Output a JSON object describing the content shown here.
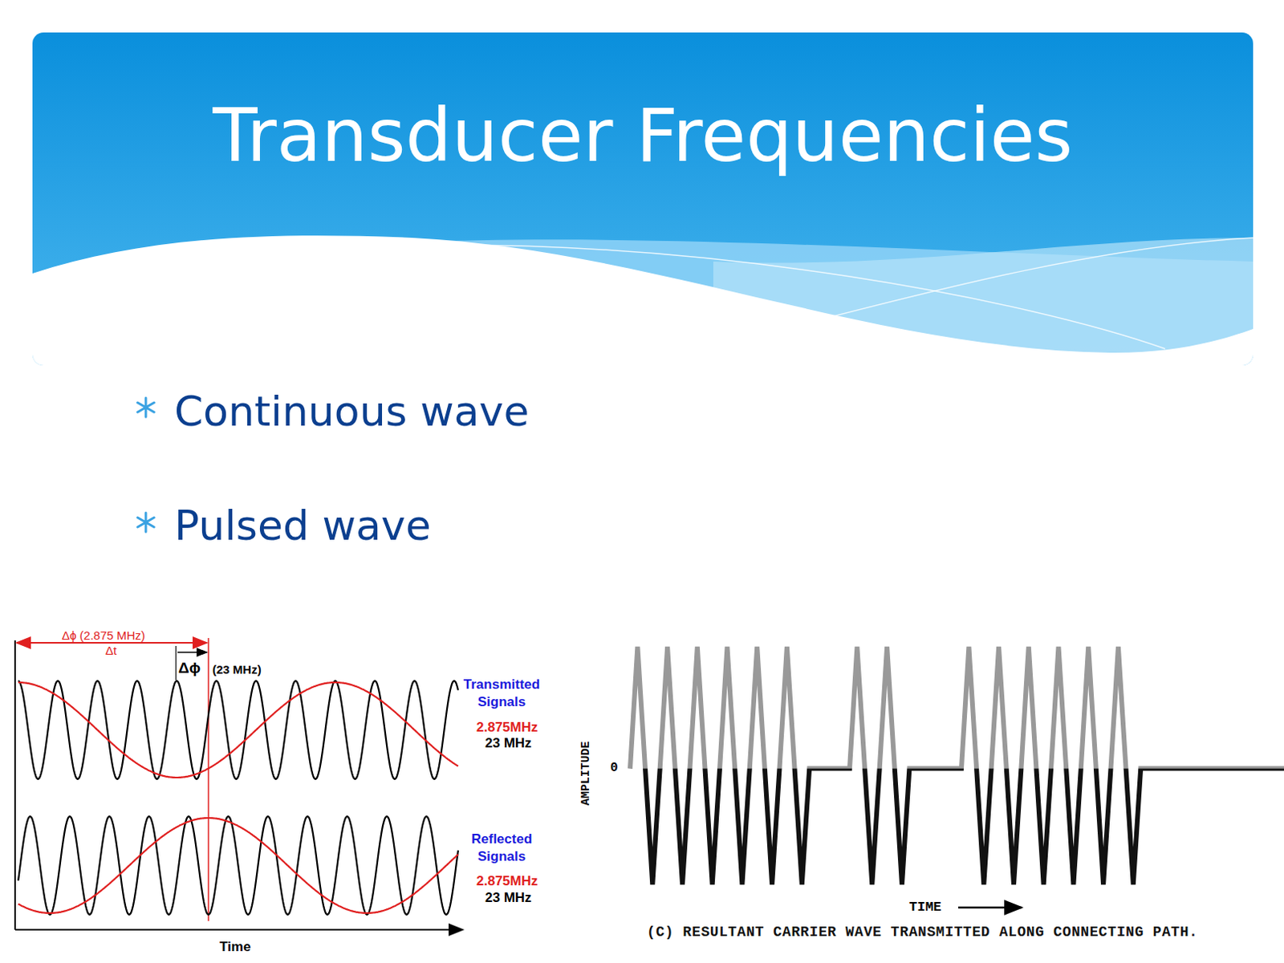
{
  "diagram": {
    "title": "Transducer Frequencies",
    "caption": "(C) RESULTANT CARRIER WAVE TRANSMITTED ALONG CONNECTING PATH.",
    "labels": [
      "Continuous wave",
      "Pulsed wave",
      "Δϕ (2.875 MHz)",
      "Δt",
      "Δϕ",
      "(23 MHz)",
      "Transmitted Signals",
      "2.875MHz",
      "23 MHz",
      "Reflected Signals",
      "2.875MHz",
      "23 MHz",
      "Time",
      "AMPLITUDE",
      "0",
      "TIME"
    ]
  }
}
